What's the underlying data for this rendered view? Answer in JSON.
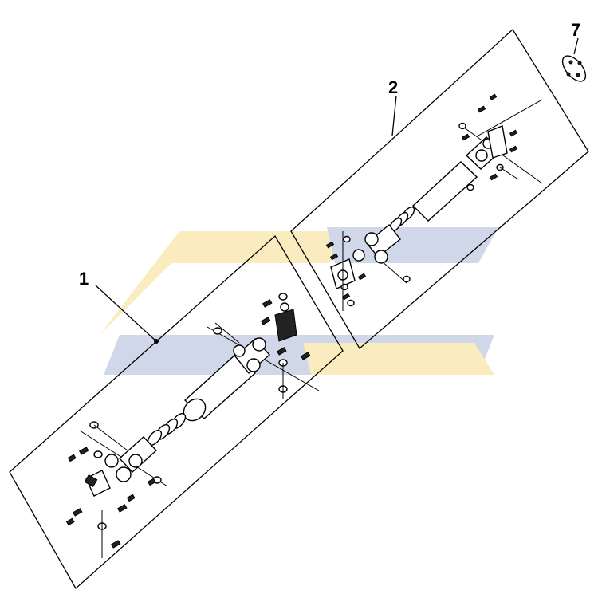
{
  "callouts": [
    {
      "number": "1"
    },
    {
      "number": "2"
    },
    {
      "number": "7"
    }
  ],
  "watermark": {
    "letters": "SC",
    "colors": {
      "yellow": "#fbecc0",
      "blue": "#cfd7e8"
    }
  },
  "colors": {
    "line": "#000000",
    "background": "#ffffff"
  }
}
